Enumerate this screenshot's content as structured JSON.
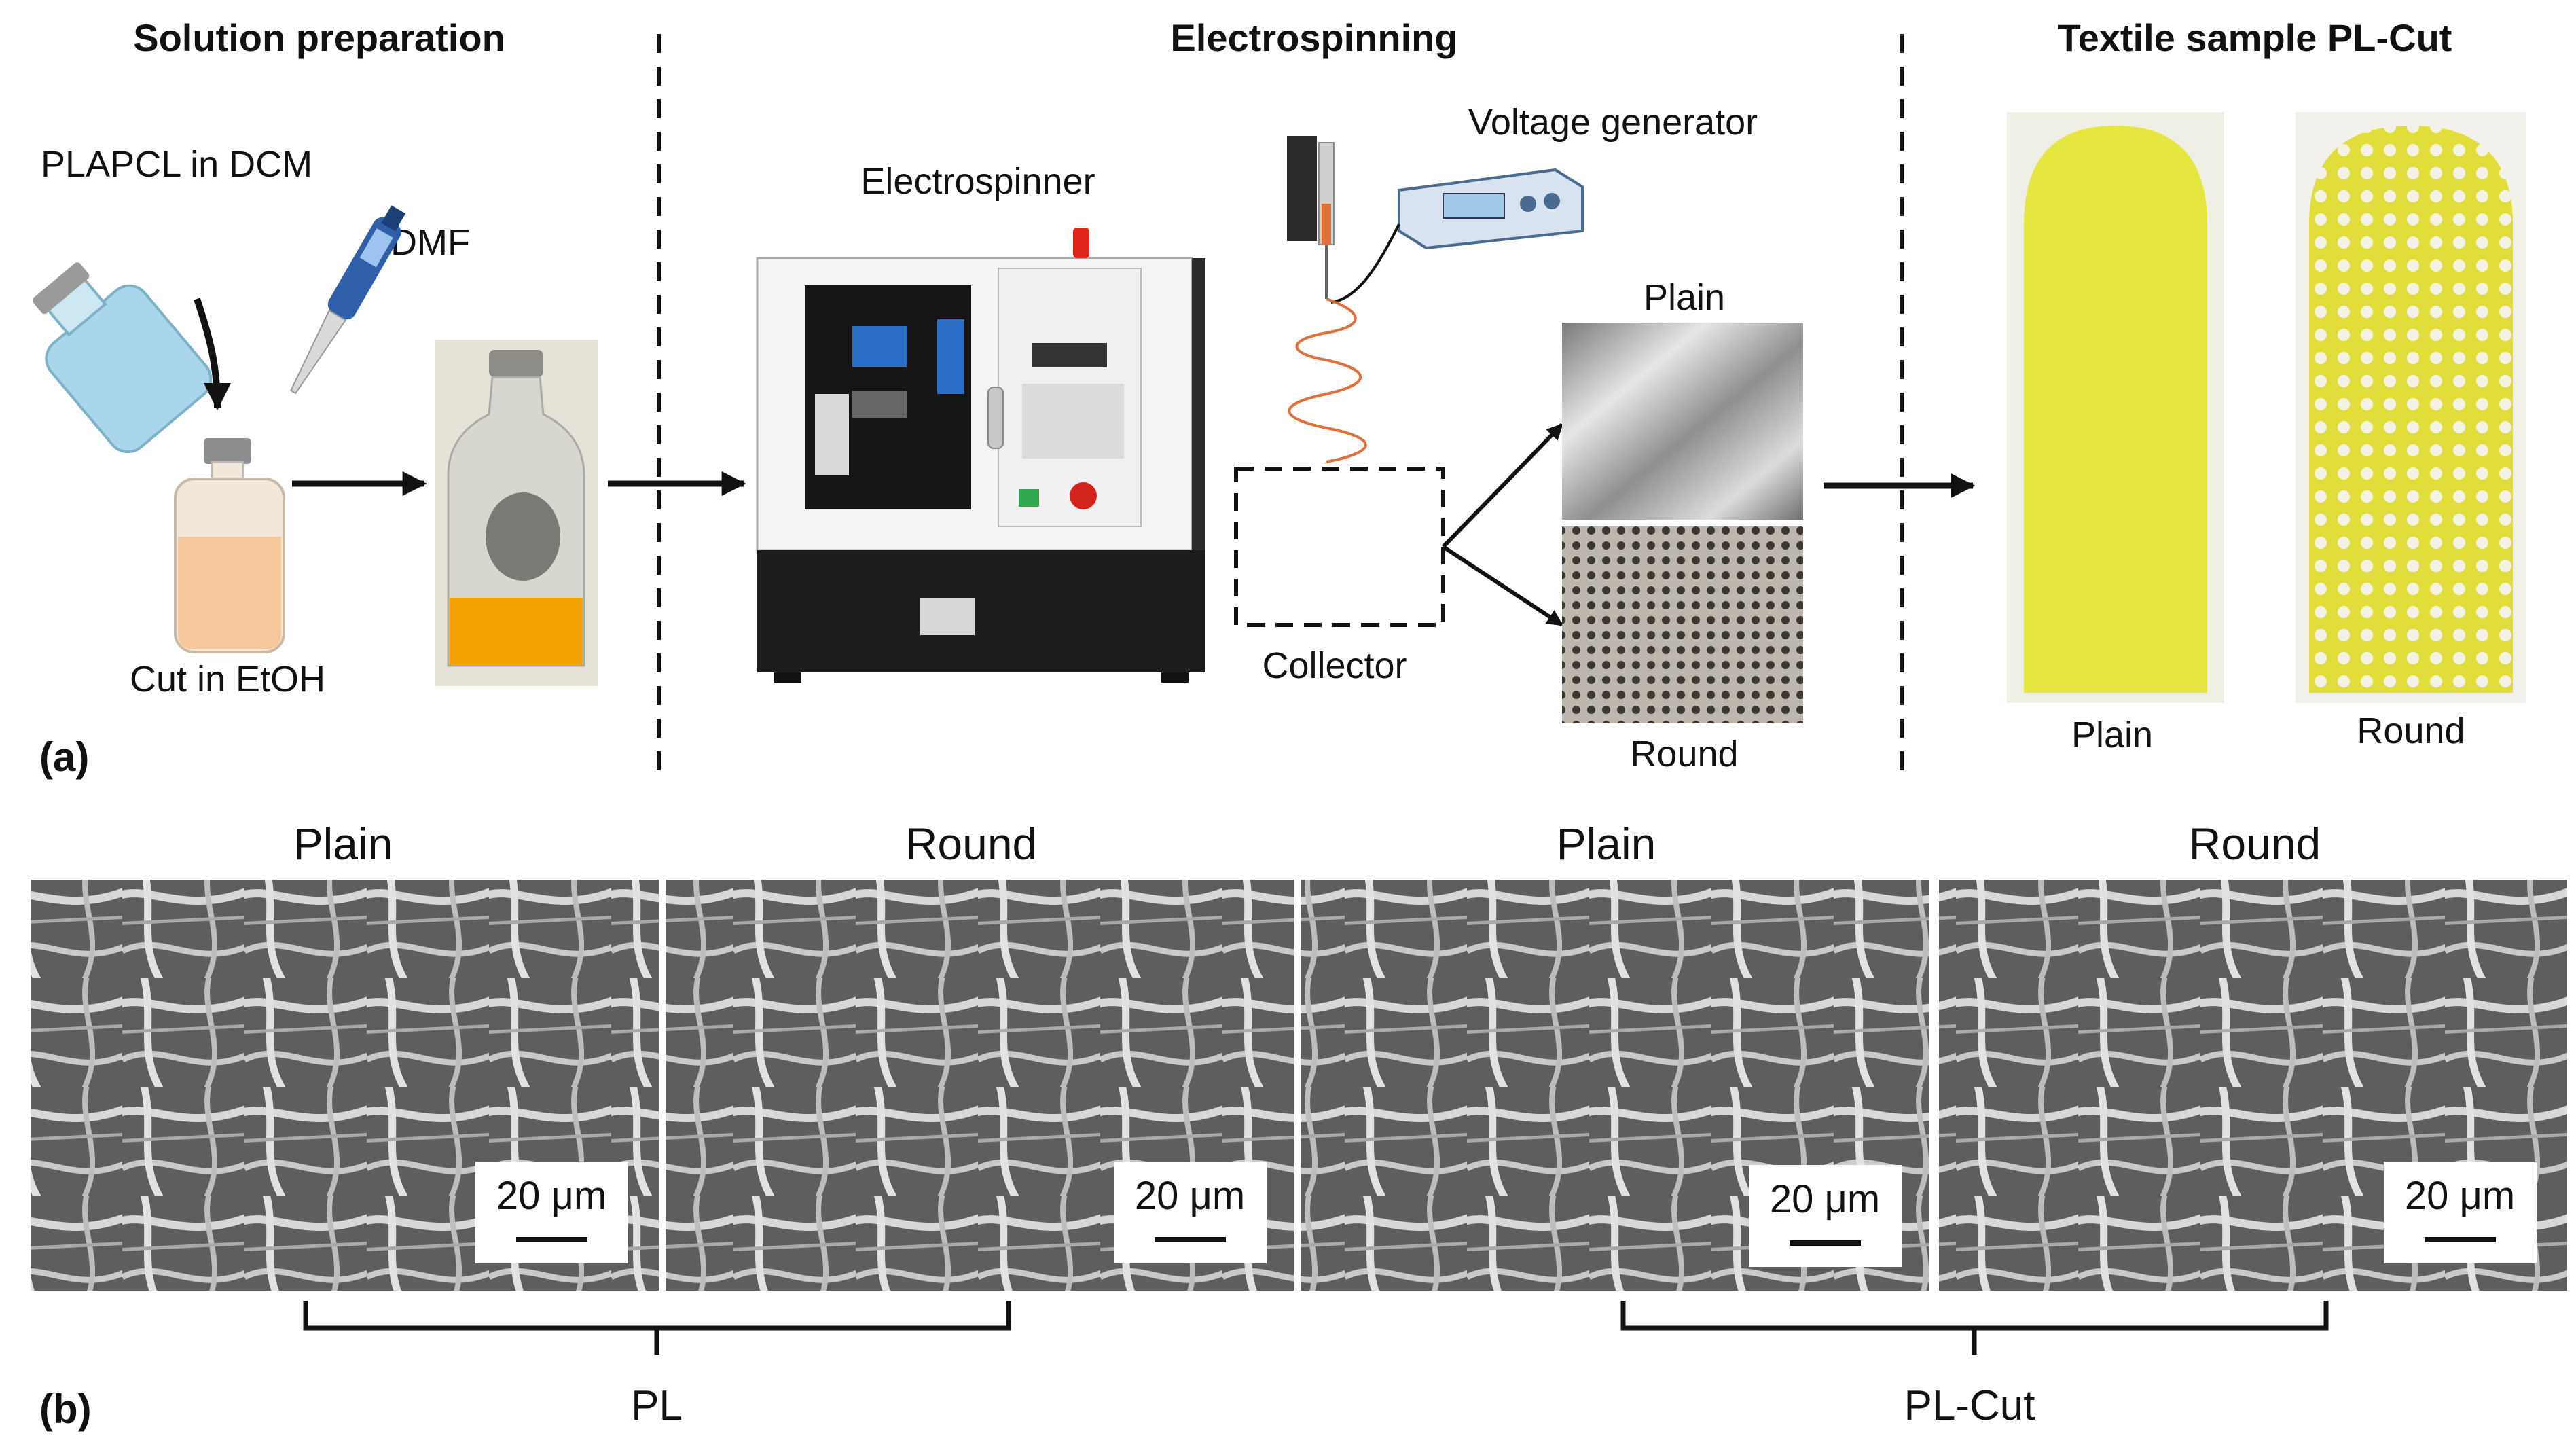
{
  "panel_a": {
    "label": "(a)",
    "sections": {
      "solution": "Solution preparation",
      "electrospinning": "Electrospinning",
      "textile": "Textile sample PL-Cut"
    },
    "labels": {
      "plapcl": "PLAPCL in DCM",
      "dmf": "DMF",
      "cut_etoh": "Cut in EtOH",
      "electrospinner": "Electrospinner",
      "voltage": "Voltage generator",
      "collector": "Collector",
      "plain_collector": "Plain",
      "round_collector": "Round",
      "plain_textile": "Plain",
      "round_textile": "Round"
    }
  },
  "panel_b": {
    "label": "(b)",
    "images": [
      {
        "title": "Plain",
        "scale": "20 μm"
      },
      {
        "title": "Round",
        "scale": "20 μm"
      },
      {
        "title": "Plain",
        "scale": "20 μm"
      },
      {
        "title": "Round",
        "scale": "20 μm"
      }
    ],
    "groups": [
      "PL",
      "PL-Cut"
    ]
  },
  "colors": {
    "liquid_orange": "#f5a300",
    "textile_yellow": "#e6e640",
    "vial_blue": "#a9d6ea",
    "vial_tan": "#f6c79a",
    "spiral": "#e0703a"
  }
}
